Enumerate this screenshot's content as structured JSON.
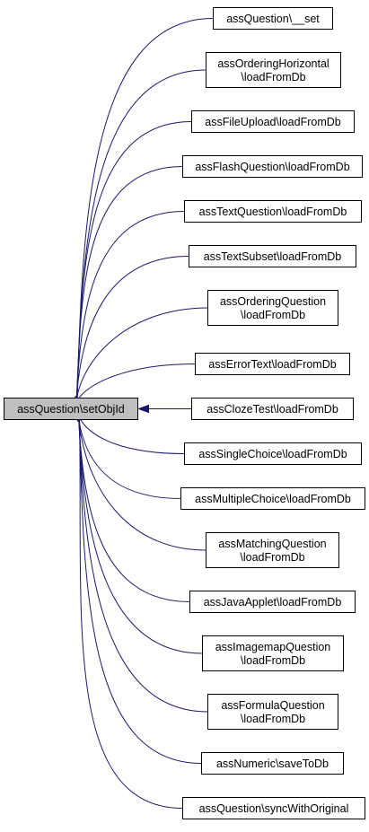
{
  "root": {
    "label": "assQuestion\\setObjId"
  },
  "callers": [
    {
      "lines": [
        "assQuestion\\__set"
      ]
    },
    {
      "lines": [
        "assOrderingHorizontal",
        "\\loadFromDb"
      ]
    },
    {
      "lines": [
        "assFileUpload\\loadFromDb"
      ]
    },
    {
      "lines": [
        "assFlashQuestion\\loadFromDb"
      ]
    },
    {
      "lines": [
        "assTextQuestion\\loadFromDb"
      ]
    },
    {
      "lines": [
        "assTextSubset\\loadFromDb"
      ]
    },
    {
      "lines": [
        "assOrderingQuestion",
        "\\loadFromDb"
      ]
    },
    {
      "lines": [
        "assErrorText\\loadFromDb"
      ]
    },
    {
      "lines": [
        "assClozeTest\\loadFromDb"
      ]
    },
    {
      "lines": [
        "assSingleChoice\\loadFromDb"
      ]
    },
    {
      "lines": [
        "assMultipleChoice\\loadFromDb"
      ]
    },
    {
      "lines": [
        "assMatchingQuestion",
        "\\loadFromDb"
      ]
    },
    {
      "lines": [
        "assJavaApplet\\loadFromDb"
      ]
    },
    {
      "lines": [
        "assImagemapQuestion",
        "\\loadFromDb"
      ]
    },
    {
      "lines": [
        "assFormulaQuestion",
        "\\loadFromDb"
      ]
    },
    {
      "lines": [
        "assNumeric\\saveToDb"
      ]
    },
    {
      "lines": [
        "assQuestion\\syncWithOriginal"
      ]
    }
  ],
  "colors": {
    "edge": "#191970",
    "root_fill": "#bfbfbf",
    "node_fill": "#ffffff",
    "border": "#000000"
  }
}
